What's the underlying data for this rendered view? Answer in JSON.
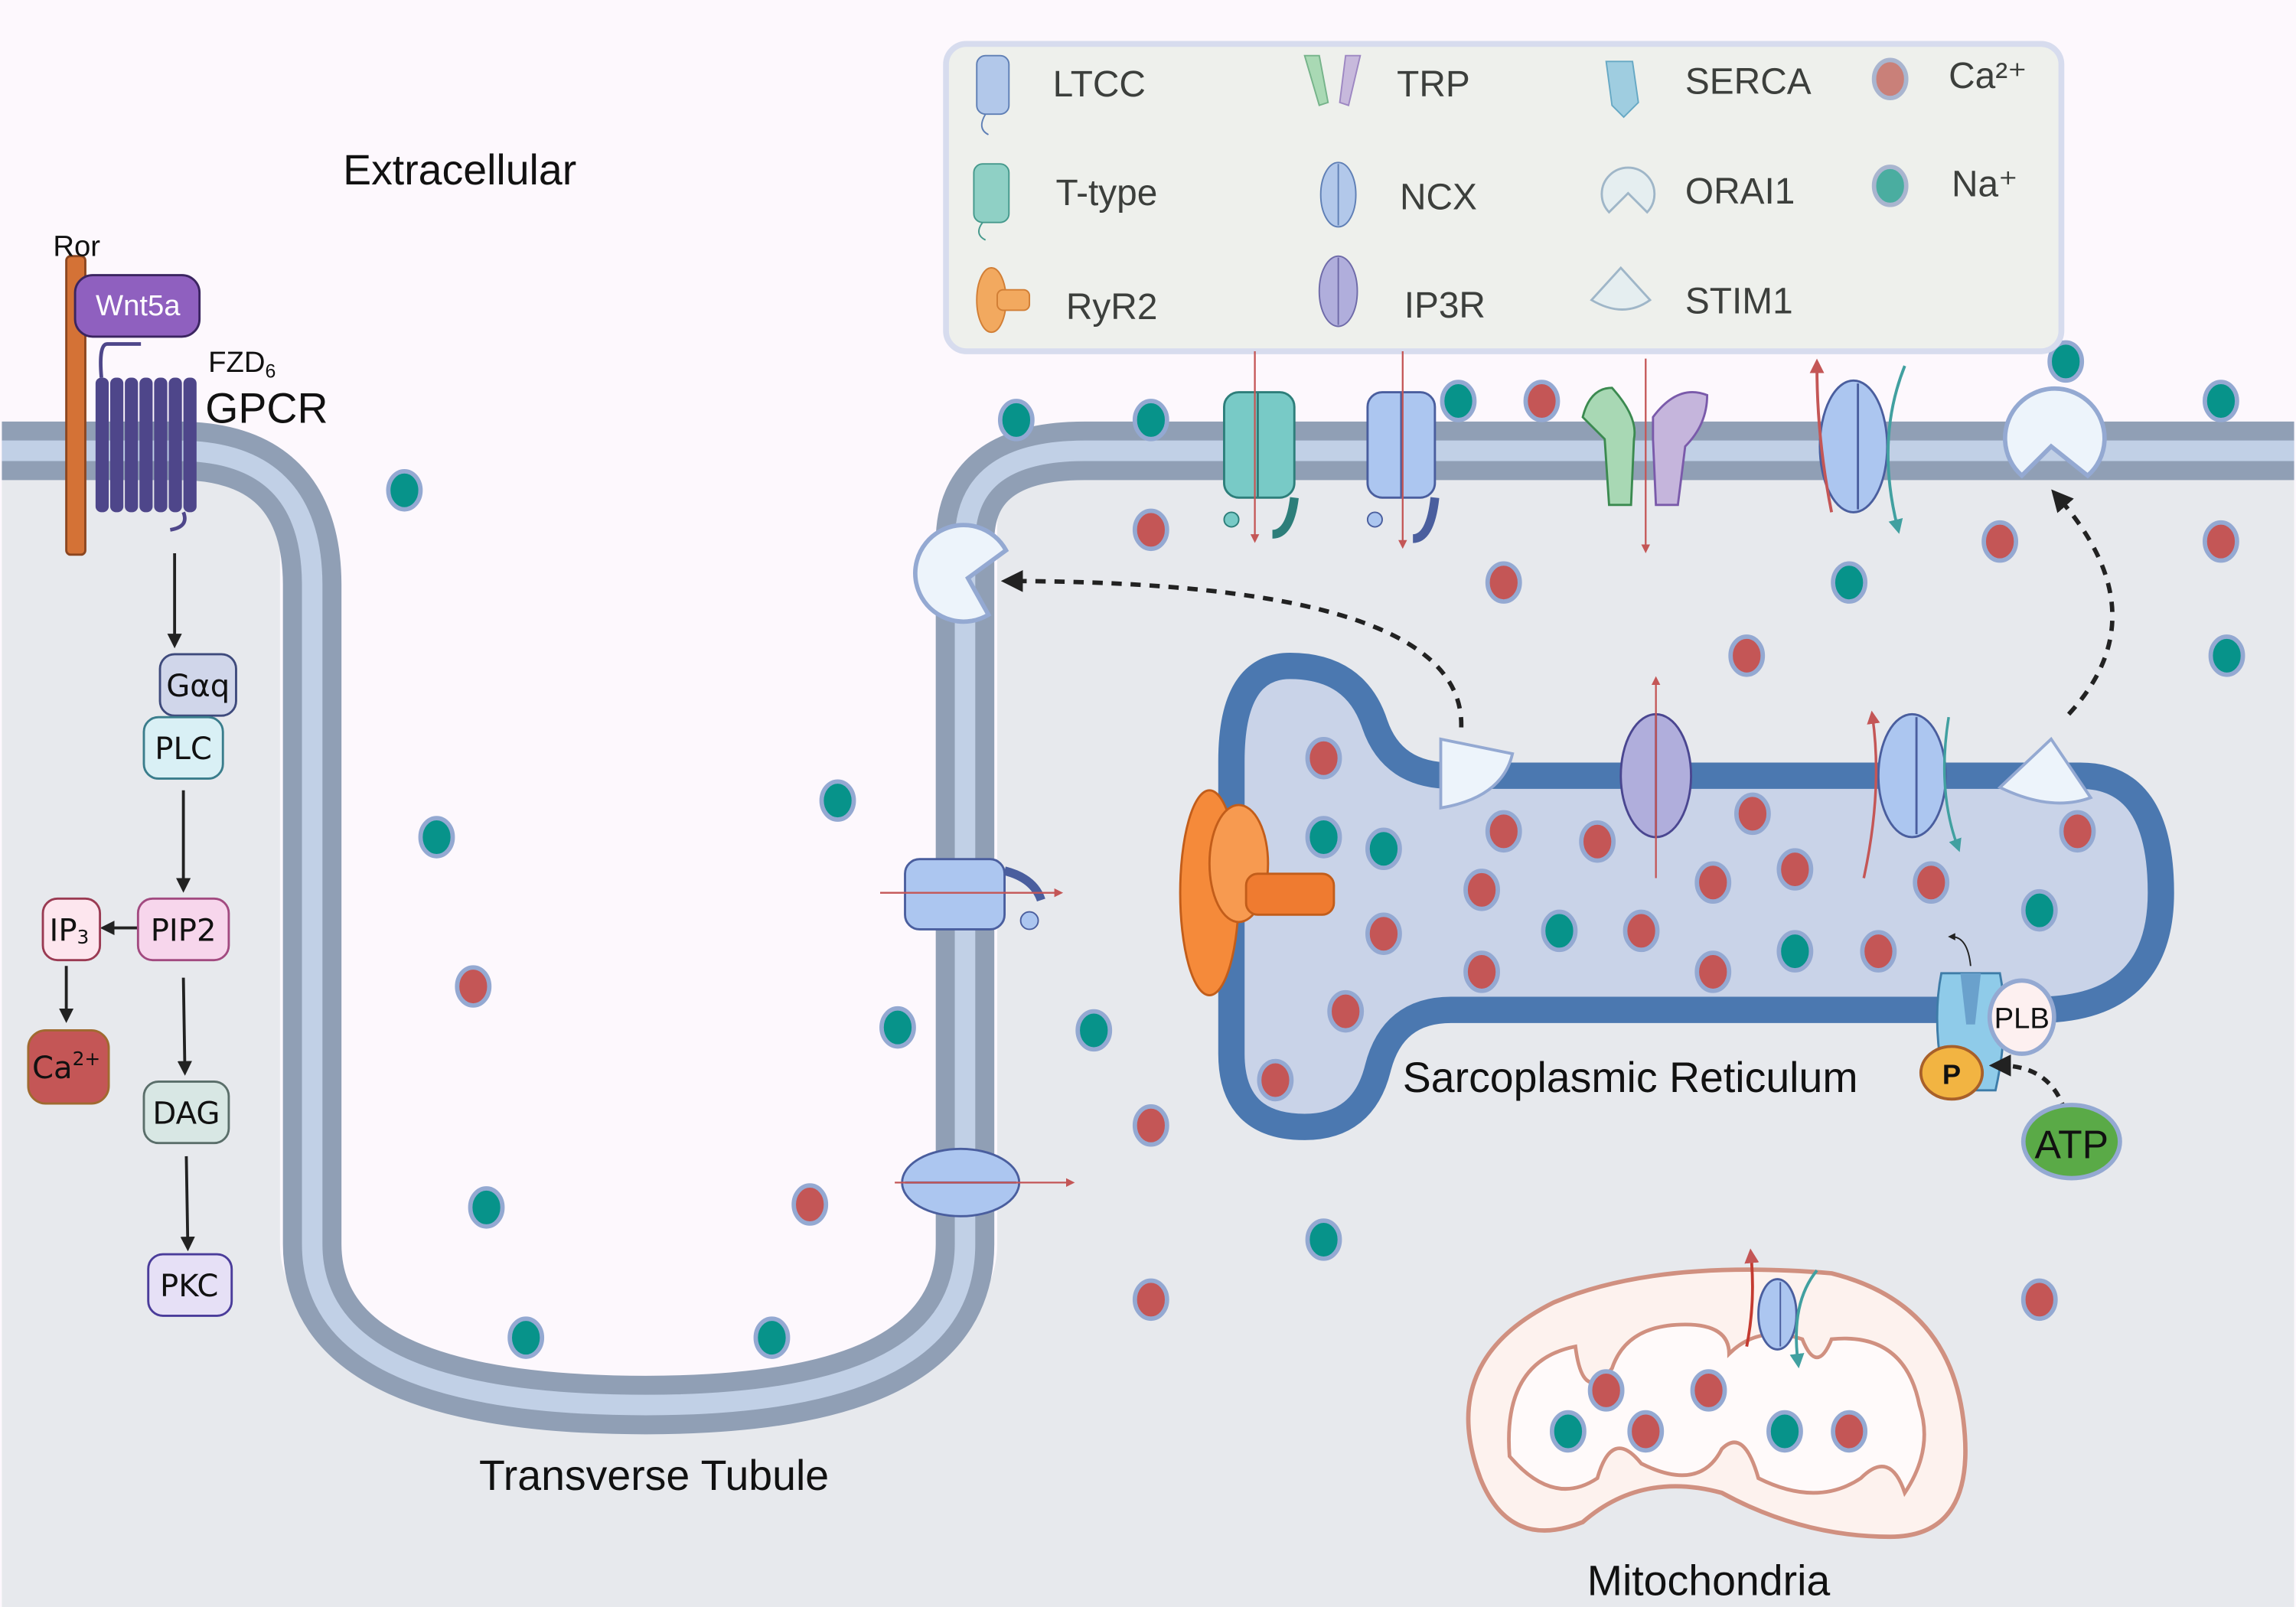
{
  "title_regions": {
    "extracellular": "Extracellular",
    "t_tubule": "Transverse Tubule",
    "sr": "Sarcoplasmic Reticulum",
    "mitochondria": "Mitochondria"
  },
  "receptor": {
    "ror": "Ror",
    "wnt": "Wnt5a",
    "fzd": "FZD",
    "fzd_sub": "6",
    "gpcr": "GPCR"
  },
  "pathway": {
    "gaq": "Gαq",
    "plc": "PLC",
    "pip2": "PIP2",
    "ip3": "IP",
    "ip3_sub": "3",
    "ca": "Ca",
    "ca_sup": "2+",
    "dag": "DAG",
    "pkc": "PKC"
  },
  "sr_labels": {
    "plb": "PLB",
    "p": "P",
    "atp": "ATP"
  },
  "legend": {
    "items": [
      {
        "label": "LTCC",
        "icon": "ltcc-channel-icon"
      },
      {
        "label": "T-type",
        "icon": "t-type-channel-icon"
      },
      {
        "label": "RyR2",
        "icon": "ryr2-channel-icon"
      },
      {
        "label": "TRP",
        "icon": "trp-channel-icon"
      },
      {
        "label": "NCX",
        "icon": "ncx-exchanger-icon"
      },
      {
        "label": "IP3R",
        "icon": "ip3r-channel-icon"
      },
      {
        "label": "SERCA",
        "icon": "serca-pump-icon"
      },
      {
        "label": "ORAI1",
        "icon": "orai1-channel-icon"
      },
      {
        "label": "STIM1",
        "icon": "stim1-sensor-icon"
      },
      {
        "label": "Ca²⁺",
        "icon": "calcium-ion-icon"
      },
      {
        "label": "Na⁺",
        "icon": "sodium-ion-icon"
      }
    ]
  },
  "colors": {
    "extracellular_bg": "#fdf8fd",
    "cytosol_bg": "#e7e9ed",
    "membrane_outer": "#909fb5",
    "membrane_inner": "#c1d0e6",
    "sr_wall": "#4b78b0",
    "sr_lumen": "#c9d3e8",
    "calcium": "#c45656",
    "sodium": "#07938a",
    "ion_ring": "#94a9d2",
    "wnt": "#8f60bf",
    "fzd": "#4e468a",
    "ror": "#d47236",
    "ryr2": "#f58a3a",
    "atp": "#5aaa47",
    "phosphate": "#f2b442"
  }
}
